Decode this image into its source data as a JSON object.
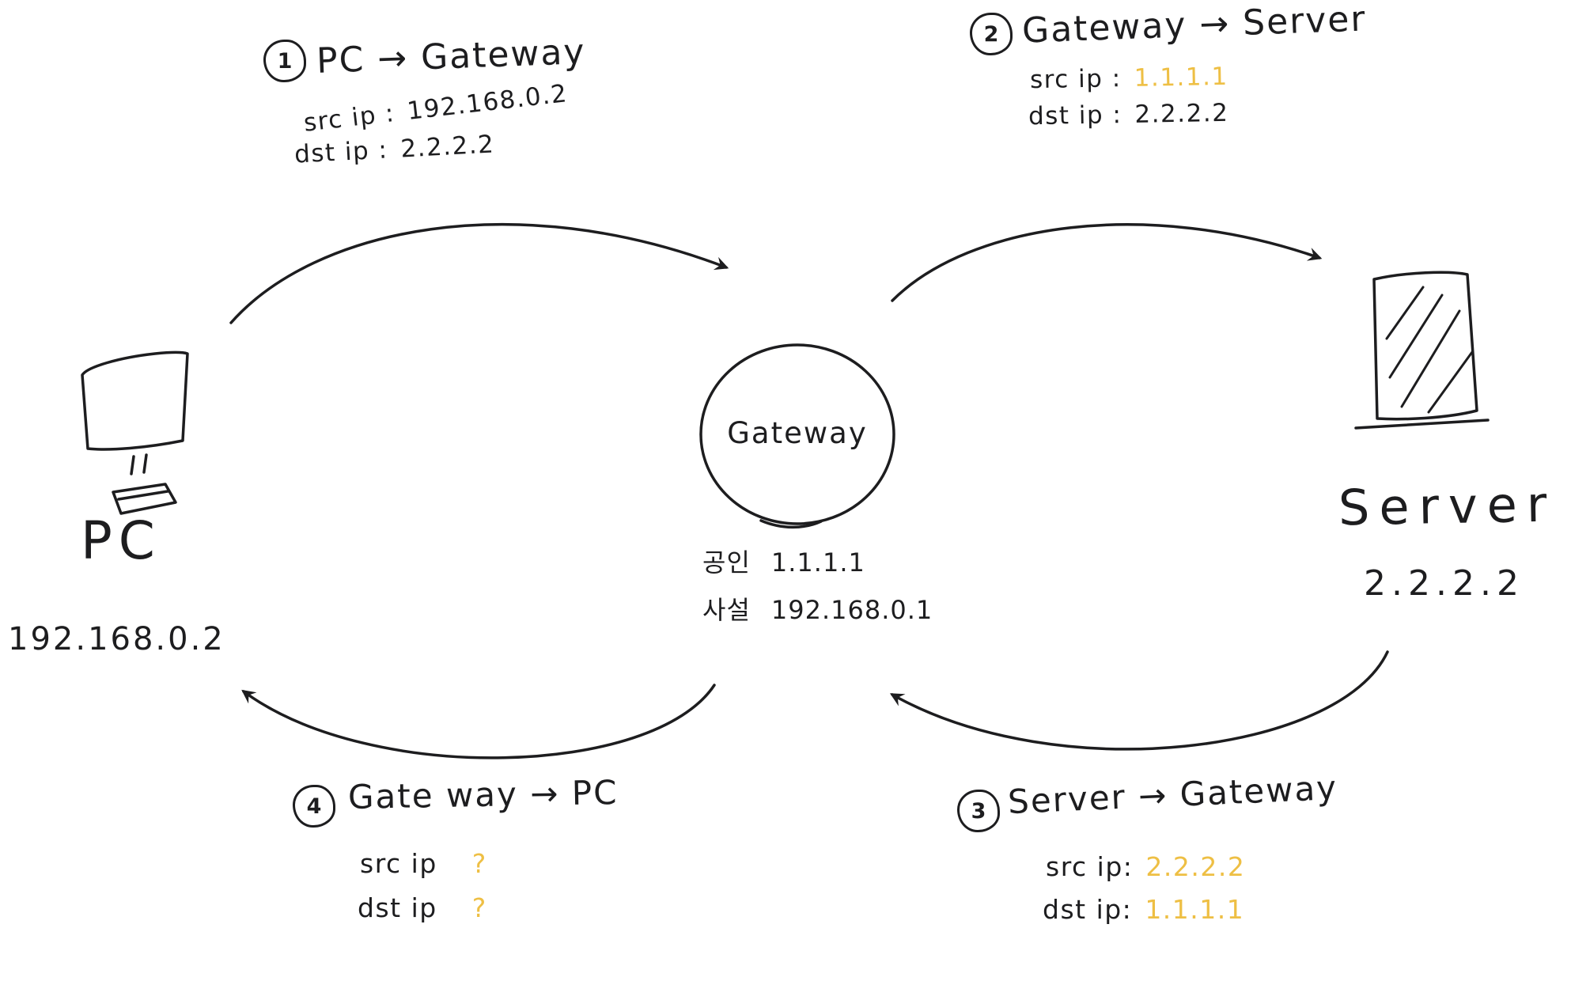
{
  "canvas": {
    "background": "#ffffff",
    "ink_color": "#1d1d1f",
    "highlight_color": "#eebf44"
  },
  "nodes": {
    "pc": {
      "label": "PC",
      "ip": "192.168.0.2"
    },
    "gateway": {
      "label": "Gateway",
      "public_prefix": "공인",
      "public_ip": "1.1.1.1",
      "private_prefix": "사설",
      "private_ip": "192.168.0.1"
    },
    "server": {
      "label": "Server",
      "ip": "2.2.2.2"
    }
  },
  "flows": [
    {
      "number": "1",
      "title": "PC → Gateway",
      "src_label": "src ip :",
      "src_value": "192.168.0.2",
      "src_highlight": false,
      "dst_label": "dst ip :",
      "dst_value": "2.2.2.2",
      "dst_highlight": false
    },
    {
      "number": "2",
      "title": "Gateway → Server",
      "src_label": "src ip :",
      "src_value": "1.1.1.1",
      "src_highlight": true,
      "dst_label": "dst ip :",
      "dst_value": "2.2.2.2",
      "dst_highlight": false
    },
    {
      "number": "3",
      "title": "Server → Gateway",
      "src_label": "src ip:",
      "src_value": "2.2.2.2",
      "src_highlight": true,
      "dst_label": "dst ip:",
      "dst_value": "1.1.1.1",
      "dst_highlight": true
    },
    {
      "number": "4",
      "title": "Gate way → PC",
      "src_label": "src ip",
      "src_value": "?",
      "src_highlight": true,
      "dst_label": "dst ip",
      "dst_value": "?",
      "dst_highlight": true
    }
  ]
}
